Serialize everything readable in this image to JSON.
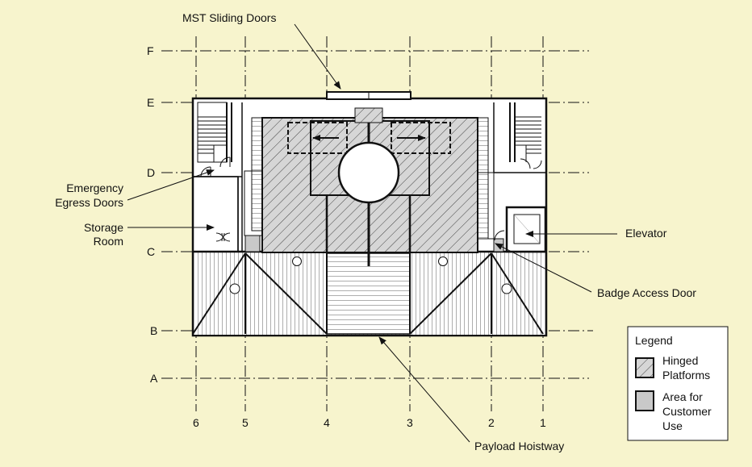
{
  "gridlines": {
    "rows": [
      "F",
      "E",
      "D",
      "C",
      "B",
      "A"
    ],
    "columns": [
      "6",
      "5",
      "4",
      "3",
      "2",
      "1"
    ]
  },
  "callouts": {
    "mst_sliding_doors": "MST Sliding Doors",
    "emergency_egress_line1": "Emergency",
    "emergency_egress_line2": "Egress Doors",
    "storage_room_line1": "Storage",
    "storage_room_line2": "Room",
    "elevator": "Elevator",
    "badge_access_door": "Badge Access Door",
    "payload_hoistway": "Payload Hoistway"
  },
  "legend": {
    "title": "Legend",
    "items": [
      {
        "line1": "Hinged",
        "line2": "Platforms",
        "line3": "",
        "swatch": "hatch"
      },
      {
        "line1": "Area for",
        "line2": "Customer",
        "line3": "Use",
        "swatch": "gray"
      }
    ]
  },
  "colors": {
    "background": "#f7f4cd",
    "customer_area": "#c9c9c9",
    "hatch_fill": "#d6d6d6",
    "line": "#111111"
  }
}
